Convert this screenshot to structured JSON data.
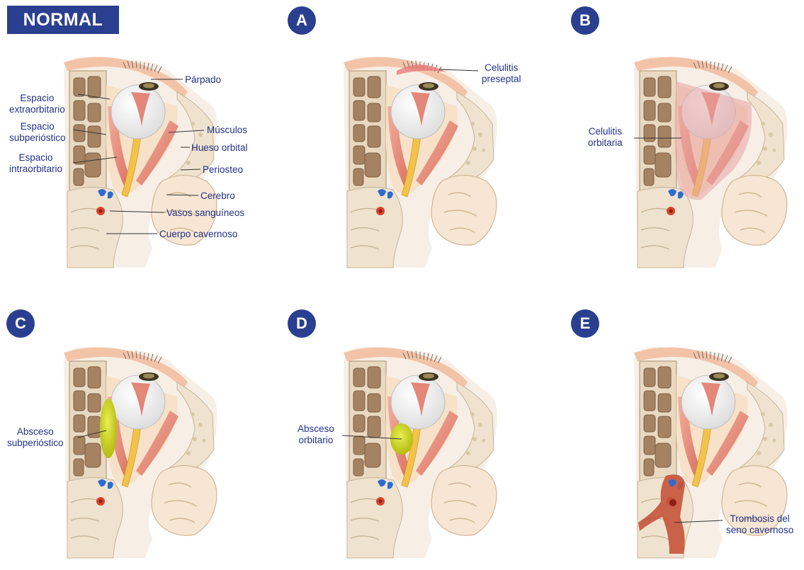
{
  "badges": {
    "normal": "NORMAL",
    "a": "A",
    "b": "B",
    "c": "C",
    "d": "D",
    "e": "E"
  },
  "labels": {
    "parpado": "Párpado",
    "espacio_extraorbitario": "Espacio\nextraorbitario",
    "espacio_subperiostico": "Espacio\nsubperióstico",
    "espacio_intraorbitario": "Espacio\nintraorbitario",
    "musculos": "Músculos",
    "hueso_orbital": "Hueso orbital",
    "periosteo": "Periosteo",
    "cerebro": "Cerebro",
    "vasos_sanguineos": "Vasos sanguíneos",
    "cuerpo_cavernoso": "Cuerpo cavernoso",
    "celulitis_preseptal": "Celulitis\npreseptal",
    "celulitis_orbitaria": "Celulitis\norbitaria",
    "absceso_subperiostico": "Absceso\nsubperióstico",
    "absceso_orbitario": "Absceso\norbitario",
    "trombosis": "Trombosis del\nseno cavernoso"
  },
  "colors": {
    "badge": "#2a3f8f",
    "label_text": "#23318a",
    "skin": "#f3c3a8",
    "bone": "#efe3cf",
    "muscle": "#e58c7c",
    "nerve": "#f2c24a",
    "abscess": "#c9cf1e",
    "thrombus": "#c5523a",
    "vein": "#2f6ad1",
    "artery": "#d7422c"
  }
}
